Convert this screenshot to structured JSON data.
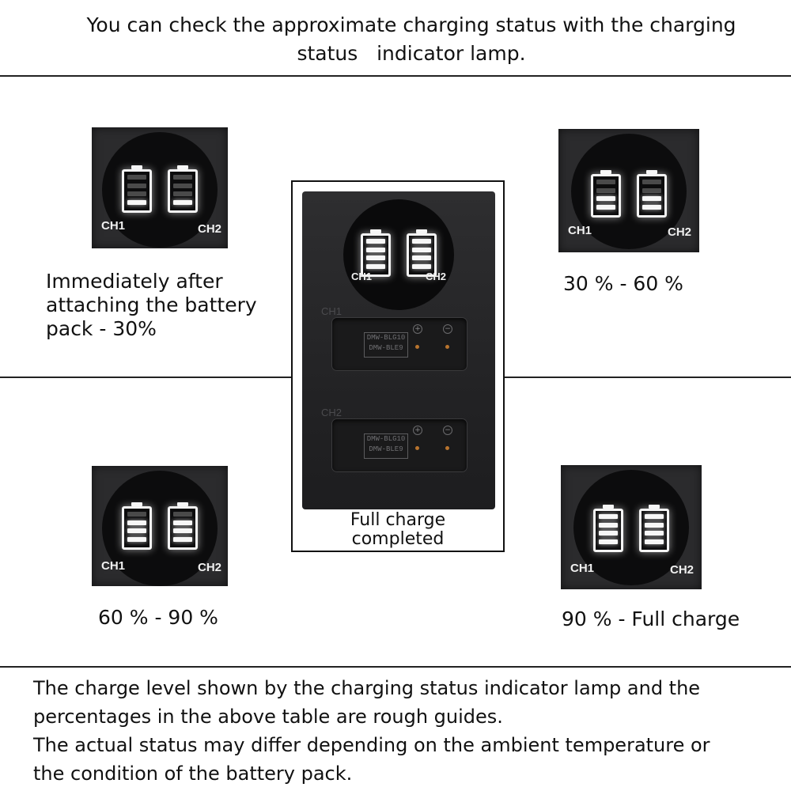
{
  "header": {
    "line1": "You can check the approximate charging status with the charging",
    "line2": "status   indicator lamp."
  },
  "panels": [
    {
      "id": "top-left",
      "ch1_label": "CH1",
      "ch2_label": "CH2",
      "lit_bars": 1,
      "caption_lines": [
        "Immediately after",
        "attaching the battery",
        "pack - 30%"
      ]
    },
    {
      "id": "top-right",
      "ch1_label": "CH1",
      "ch2_label": "CH2",
      "lit_bars": 2,
      "caption_lines": [
        "30 % - 60 %"
      ]
    },
    {
      "id": "bottom-left",
      "ch1_label": "CH1",
      "ch2_label": "CH2",
      "lit_bars": 3,
      "caption_lines": [
        "60 % - 90 %"
      ]
    },
    {
      "id": "bottom-right",
      "ch1_label": "CH1",
      "ch2_label": "CH2",
      "lit_bars": 4,
      "caption_lines": [
        "90 % - Full charge"
      ]
    }
  ],
  "charger": {
    "ch1_label": "CH1",
    "ch2_label": "CH2",
    "slot1_label": "CH1",
    "slot2_label": "CH2",
    "slot1_plate": [
      "DMW-BLG10",
      "DMW-BLE9"
    ],
    "slot2_plate": [
      "DMW-BLG10",
      "DMW-BLE9"
    ],
    "lit_bars": 4,
    "caption_lines": [
      "Full charge",
      "completed"
    ]
  },
  "footer": {
    "lines": [
      "The charge level shown by the charging status indicator lamp and the",
      "percentages in the above table are rough guides.",
      "The actual status may differ depending on the ambient temperature or",
      "the condition of the battery pack."
    ]
  },
  "colors": {
    "panel_bg": "#2b2b2d",
    "dome_bg": "#0c0c0d",
    "lamp_on": "#f7f7f7",
    "lamp_off": "#4a4a4a"
  }
}
